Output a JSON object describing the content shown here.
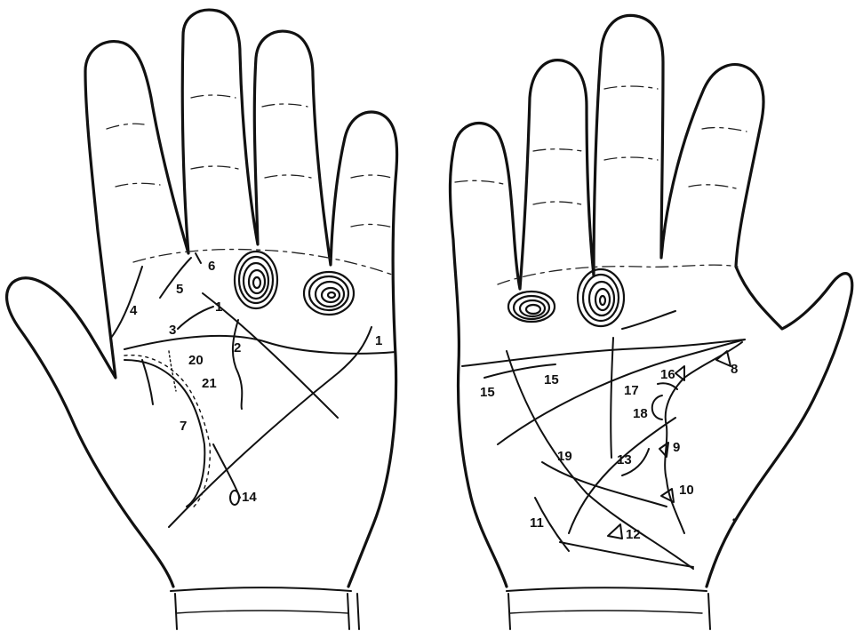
{
  "labels": {
    "left": [
      "1",
      "1",
      "2",
      "3",
      "4",
      "5",
      "6",
      "7",
      "14",
      "20",
      "21"
    ],
    "right": [
      "8",
      "9",
      "10",
      "11",
      "12",
      "13",
      "15",
      "15",
      "16",
      "17",
      "18",
      "19"
    ]
  }
}
